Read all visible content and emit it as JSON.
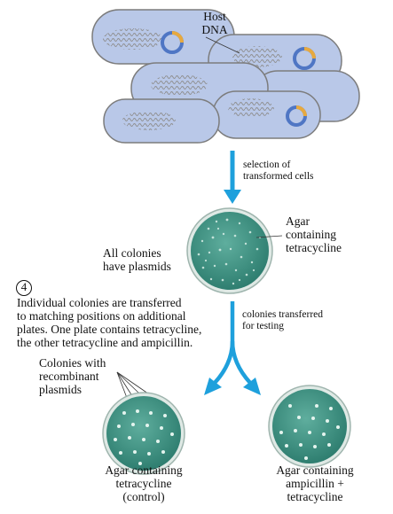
{
  "labels": {
    "host_dna": [
      "Host",
      "DNA"
    ],
    "selection_step": [
      "selection of",
      "transformed cells"
    ],
    "agar_tet_top": [
      "Agar",
      "containing",
      "tetracycline"
    ],
    "all_colonies": [
      "All colonies",
      "have plasmids"
    ],
    "step_number": "4",
    "step_text": [
      "Individual colonies are transferred",
      "to matching positions on additional",
      "plates. One plate contains tetracycline,",
      "the other tetracycline and ampicillin."
    ],
    "colonies_transferred": [
      "colonies transferred",
      "for testing"
    ],
    "colonies_recombinant": [
      "Colonies with",
      "recombinant",
      "plasmids"
    ],
    "plate_control": [
      "Agar containing",
      "tetracycline",
      "(control)"
    ],
    "plate_amp_tet": [
      "Agar containing",
      "ampicillin +",
      "tetracycline"
    ]
  },
  "colors": {
    "cell_fill": "#b9c8e8",
    "cell_stroke": "#7c7c7c",
    "arrow": "#1ea0dc",
    "agar_dark": "#2f7e70",
    "agar_light": "#5fae9e",
    "plasmid_blue": "#4f76c4",
    "plasmid_orange": "#e7a93f"
  }
}
